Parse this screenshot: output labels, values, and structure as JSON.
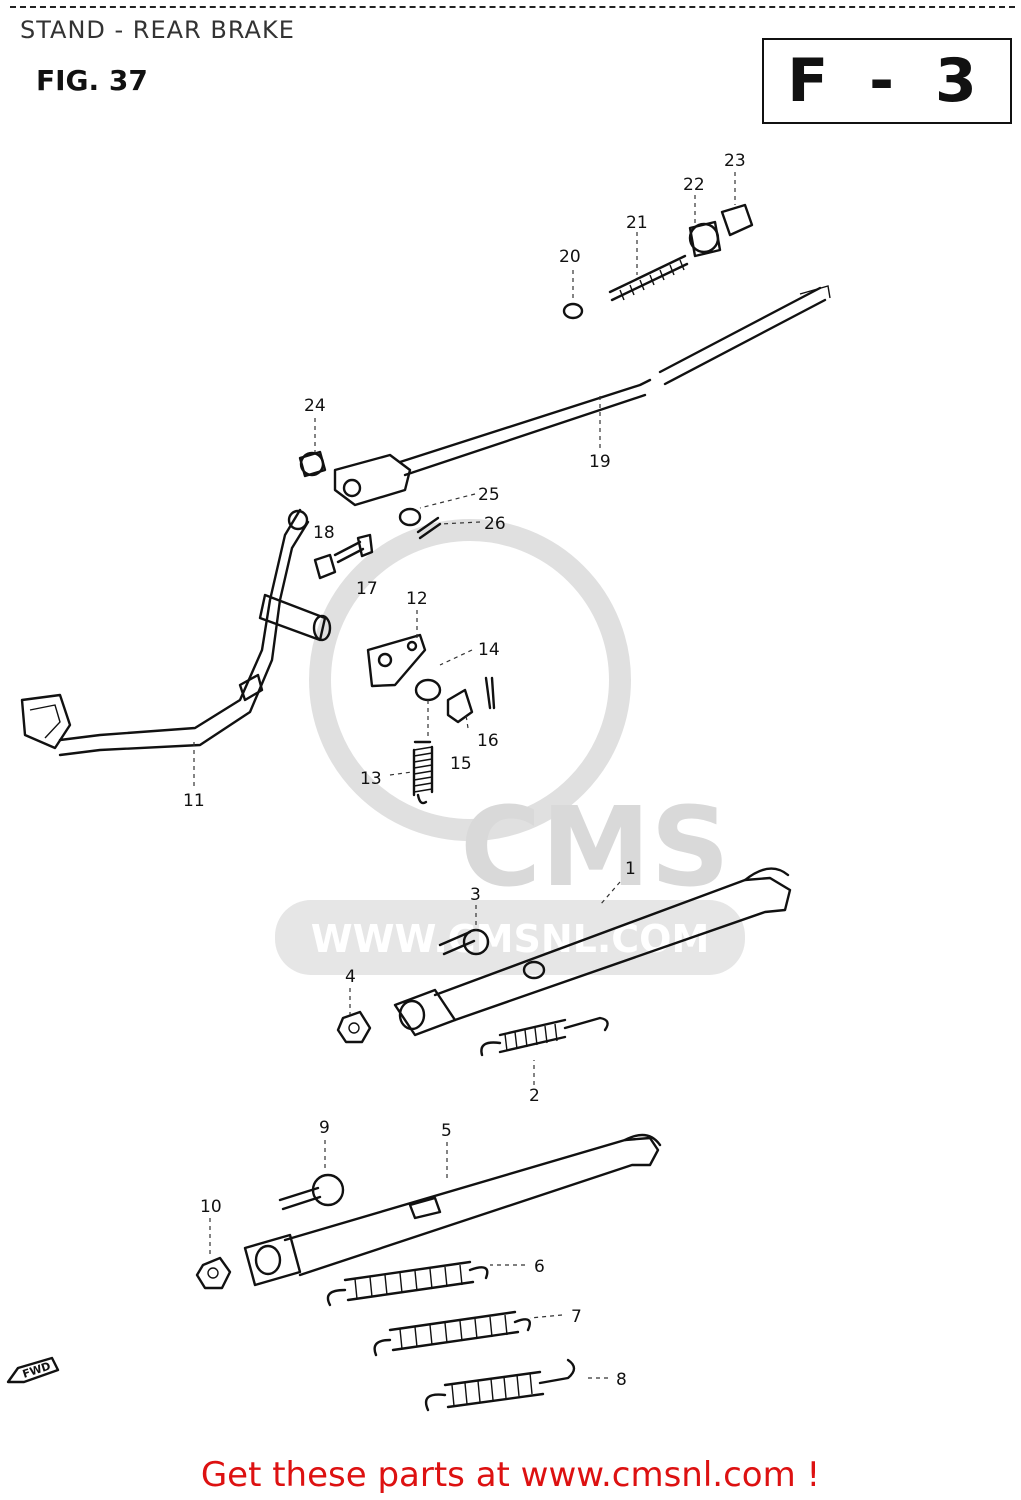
{
  "header": {
    "title": "STAND - REAR BRAKE",
    "figure": "FIG. 37",
    "section_code": "F - 3"
  },
  "watermark": {
    "brand": "CMS",
    "url": "WWW.CMSNL.COM"
  },
  "orientation": {
    "label": "FWD"
  },
  "callouts": {
    "c1": "1",
    "c2": "2",
    "c3": "3",
    "c4": "4",
    "c5": "5",
    "c6": "6",
    "c7": "7",
    "c8": "8",
    "c9": "9",
    "c10": "10",
    "c11": "11",
    "c12": "12",
    "c13": "13",
    "c14": "14",
    "c15": "15",
    "c16": "16",
    "c17": "17",
    "c18": "18",
    "c19": "19",
    "c20": "20",
    "c21": "21",
    "c22": "22",
    "c23": "23",
    "c24": "24",
    "c25": "25",
    "c26": "26"
  },
  "footer": {
    "cta": "Get these parts at www.cmsnl.com !"
  },
  "colors": {
    "footer_text": "#dd1111",
    "watermark": "#d9d9d9",
    "line_art": "#111111"
  }
}
